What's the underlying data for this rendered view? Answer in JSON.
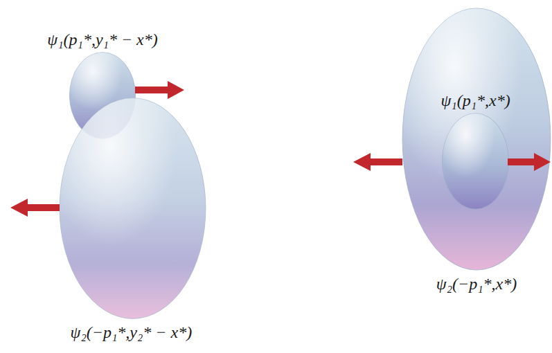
{
  "diagram": {
    "nodes": [
      {
        "text": [
          "ψ₁(p₁*,y₁* − x*)"
        ]
      },
      {
        "text": [
          "ψ₂(−p₁*,y₂* − x*)"
        ]
      },
      {
        "text": [
          "ψ₂(−p₁*,x*)"
        ]
      },
      {
        "text": [
          "ψ₁(p₁*,x*)"
        ],
        "in": 2
      }
    ]
  }
}
